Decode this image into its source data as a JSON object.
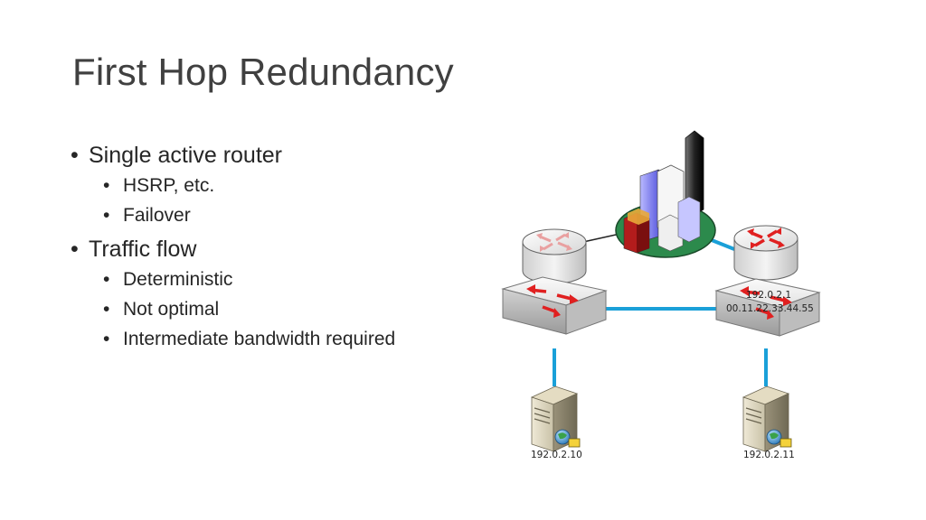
{
  "slide": {
    "title": "First Hop Redundancy",
    "bullets": [
      {
        "text": "Single active router",
        "sub": [
          "HSRP, etc.",
          "Failover"
        ]
      },
      {
        "text": "Traffic flow",
        "sub": [
          "Deterministic",
          "Not optimal",
          "Intermediate bandwidth required"
        ]
      }
    ]
  },
  "diagram": {
    "gateway_ip": "192.0.2.1",
    "gateway_mac": "00.11.22.33.44.55",
    "server_left_ip": "192.0.2.10",
    "server_right_ip": "192.0.2.11"
  },
  "colors": {
    "link": "#1aa0d8",
    "arrow": "#e02020",
    "device_face": "#e6e6e6"
  }
}
